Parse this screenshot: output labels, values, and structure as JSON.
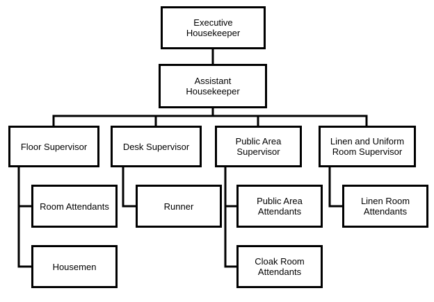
{
  "org_chart": {
    "executive": "Executive\nHousekeeper",
    "assistant": "Assistant\nHousekeeper",
    "supervisors": [
      {
        "title": "Floor Supervisor",
        "reports": [
          "Room Attendants",
          "Housemen"
        ]
      },
      {
        "title": "Desk Supervisor",
        "reports": [
          "Runner"
        ]
      },
      {
        "title": "Public Area\nSupervisor",
        "reports": [
          "Public Area\nAttendants",
          "Cloak Room\nAttendants"
        ]
      },
      {
        "title": "Linen and Uniform\nRoom Supervisor",
        "reports": [
          "Linen Room\nAttendants"
        ]
      }
    ]
  },
  "colors": {
    "line": "#000000",
    "box_border": "#000000",
    "box_fill": "#ffffff"
  }
}
